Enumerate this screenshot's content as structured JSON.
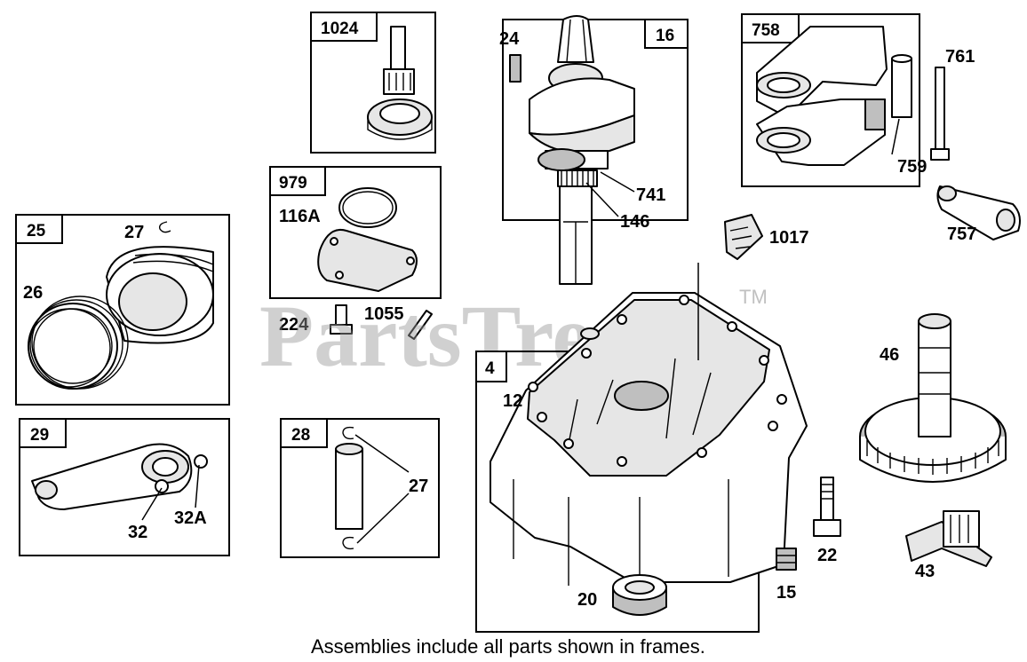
{
  "watermark": {
    "text": "PartsTree",
    "trademark": "TM"
  },
  "frames": {
    "f1024": "1024",
    "f16": "16",
    "f758": "758",
    "f979": "979",
    "f25": "25",
    "f29": "29",
    "f28": "28",
    "f4": "4"
  },
  "labels": {
    "p24": "24",
    "p761": "761",
    "p741": "741",
    "p146": "146",
    "p759": "759",
    "p116A": "116A",
    "p757": "757",
    "p1017": "1017",
    "p27a": "27",
    "p26": "26",
    "p224": "224",
    "p1055": "1055",
    "p46": "46",
    "p12": "12",
    "p32": "32",
    "p32A": "32A",
    "p27b": "27",
    "p22": "22",
    "p43": "43",
    "p20": "20",
    "p15": "15"
  },
  "footer": "Assemblies include all parts shown in frames.",
  "colors": {
    "line": "#000000",
    "background": "#ffffff",
    "watermark": "#969696"
  }
}
